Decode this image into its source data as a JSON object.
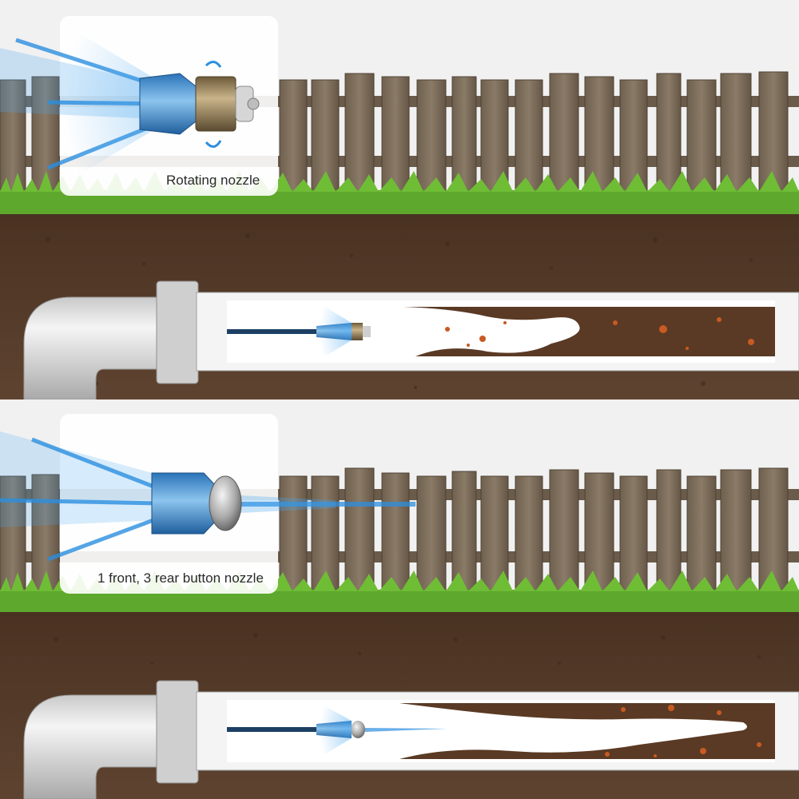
{
  "panels": [
    {
      "caption": "Rotating nozzle",
      "nozzle_type": "rotating",
      "fence_color": "#7a6a58",
      "grass_color": "#5ea82e",
      "soil_color": "#5b3e2c",
      "spray_color": "#2c8fe0",
      "debris_color": "#6b3a1e"
    },
    {
      "caption": "1 front, 3 rear button nozzle",
      "nozzle_type": "button",
      "fence_color": "#7a6a58",
      "grass_color": "#5ea82e",
      "soil_color": "#5b3e2c",
      "spray_color": "#2c8fe0",
      "debris_color": "#6b3a1e"
    }
  ]
}
